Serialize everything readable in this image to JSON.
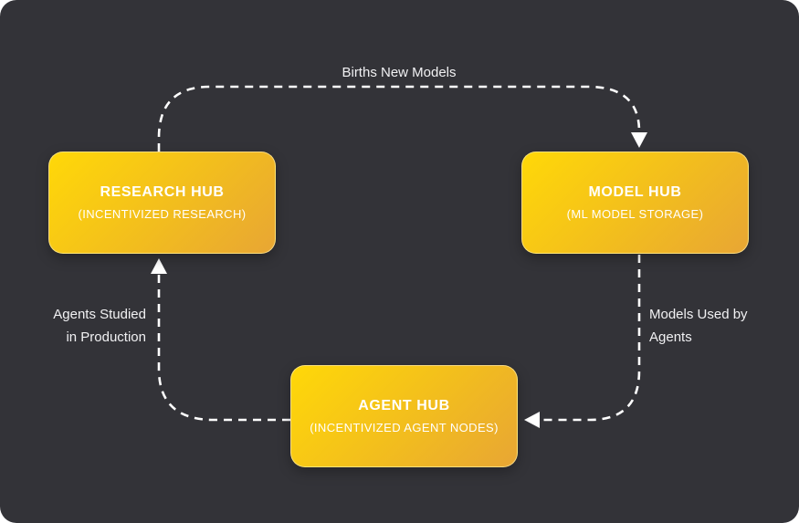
{
  "nodes": {
    "research": {
      "title": "RESEARCH HUB",
      "subtitle": "(INCENTIVIZED RESEARCH)"
    },
    "model": {
      "title": "MODEL HUB",
      "subtitle": "(ML MODEL STORAGE)"
    },
    "agent": {
      "title": "AGENT HUB",
      "subtitle": "(INCENTIVIZED AGENT NODES)"
    }
  },
  "edges": {
    "research_to_model": {
      "from": "RESEARCH HUB",
      "to": "MODEL HUB",
      "label": "Births New Models"
    },
    "model_to_agent": {
      "from": "MODEL HUB",
      "to": "AGENT HUB",
      "label_line1": "Models Used by",
      "label_line2": "Agents"
    },
    "agent_to_research": {
      "from": "AGENT HUB",
      "to": "RESEARCH HUB",
      "label_line1": "Agents Studied",
      "label_line2": "in Production"
    }
  },
  "colors": {
    "page_background": "#ffffff",
    "canvas_background": "#333338",
    "node_gradient_start": "#ffd808",
    "node_gradient_end": "#e8a634",
    "node_border": "#fff0af",
    "node_text": "#ffffff",
    "edge_dash": "#ffffff",
    "edge_label_text": "#f1f1f3"
  }
}
